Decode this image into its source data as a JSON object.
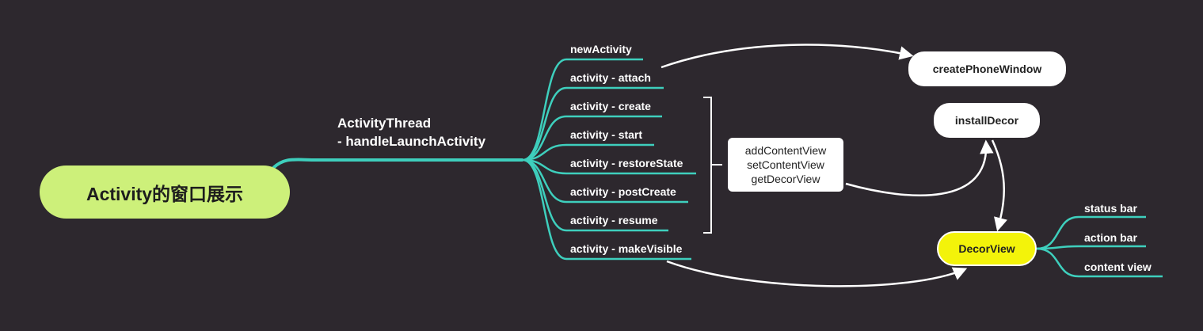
{
  "root": {
    "label": "Activity的窗口展示"
  },
  "thread": {
    "line1": "ActivityThread",
    "line2": "- handleLaunchActivity"
  },
  "steps": [
    "newActivity",
    "activity - attach",
    "activity - create",
    "activity - start",
    "activity - restoreState",
    "activity - postCreate",
    "activity - resume",
    "activity - makeVisible"
  ],
  "nodes": {
    "create_phone_window": "createPhoneWindow",
    "install_decor": "installDecor",
    "decor_view": "DecorView",
    "content_methods": [
      "addContentView",
      "setContentView",
      "getDecorView"
    ]
  },
  "decor_children": [
    "status bar",
    "action bar",
    "content view"
  ],
  "colors": {
    "background": "#2d282e",
    "branch": "#3ecfbd",
    "root_fill": "#cdf07a",
    "decor_fill": "#f3f30a",
    "node_fill": "#ffffff",
    "arrow": "#ffffff"
  }
}
